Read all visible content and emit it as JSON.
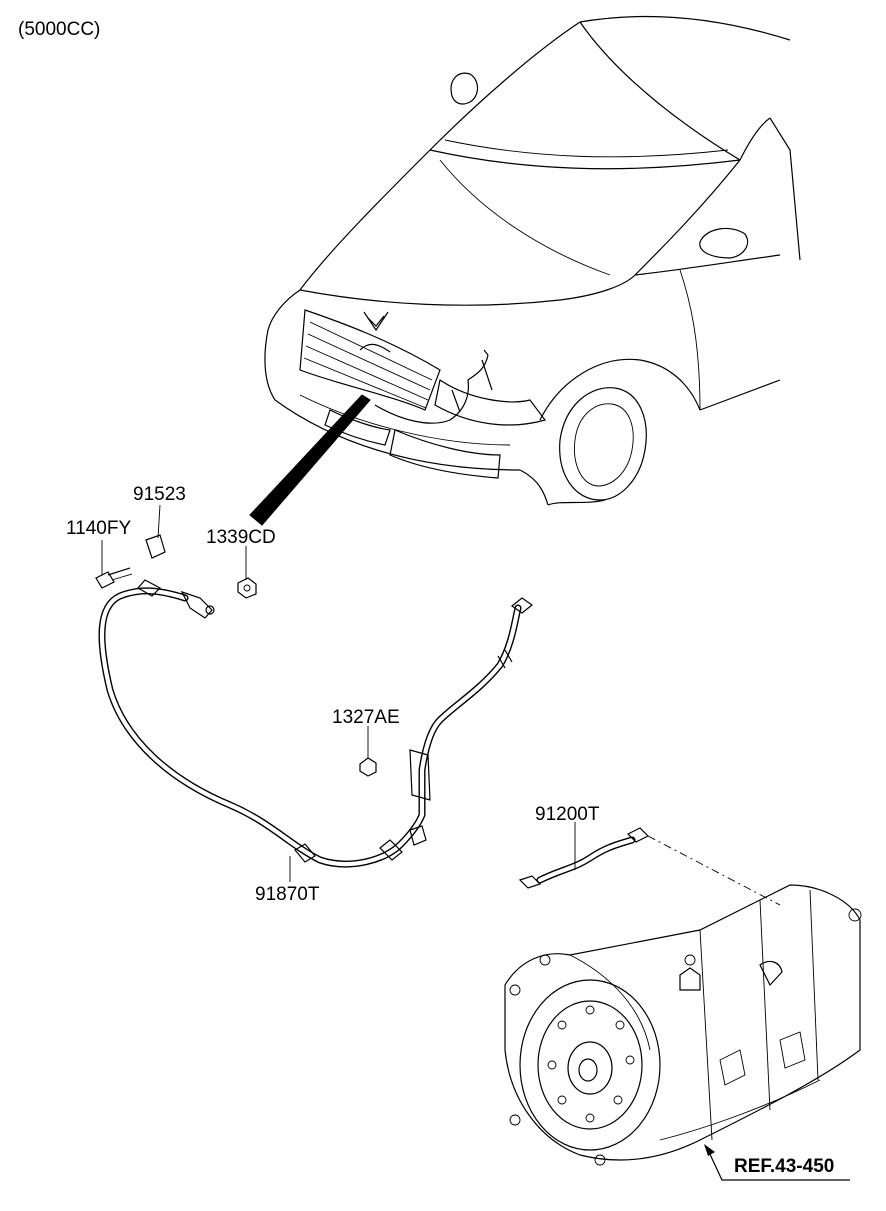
{
  "header": {
    "variant": "(5000CC)"
  },
  "parts": [
    {
      "id": "91523",
      "label": "91523"
    },
    {
      "id": "1140FY",
      "label": "1140FY"
    },
    {
      "id": "1339CD",
      "label": "1339CD"
    },
    {
      "id": "1327AE",
      "label": "1327AE"
    },
    {
      "id": "91200T",
      "label": "91200T"
    },
    {
      "id": "91870T",
      "label": "91870T"
    }
  ],
  "reference": {
    "label": "REF.43-450"
  },
  "colors": {
    "line": "#000000",
    "background": "#ffffff"
  }
}
